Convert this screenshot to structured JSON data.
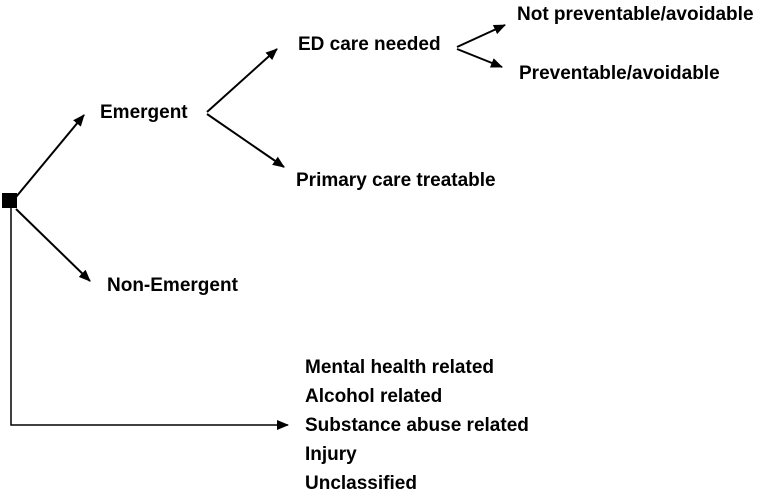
{
  "diagram": {
    "type": "tree",
    "colors": {
      "background": "#ffffff",
      "line": "#000000",
      "text": "#000000"
    },
    "nodes": {
      "root": "",
      "emergent": "Emergent",
      "non_emergent": "Non-Emergent",
      "ed_care_needed": "ED care needed",
      "primary_care_treatable": "Primary care treatable",
      "not_preventable": "Not preventable/avoidable",
      "preventable": "Preventable/avoidable",
      "other_categories": [
        "Mental health related",
        "Alcohol related",
        "Substance abuse related",
        "Injury",
        "Unclassified"
      ]
    },
    "edges": [
      {
        "from": "root",
        "to": "emergent"
      },
      {
        "from": "root",
        "to": "non_emergent"
      },
      {
        "from": "root",
        "to": "other_categories"
      },
      {
        "from": "emergent",
        "to": "ed_care_needed"
      },
      {
        "from": "emergent",
        "to": "primary_care_treatable"
      },
      {
        "from": "ed_care_needed",
        "to": "not_preventable"
      },
      {
        "from": "ed_care_needed",
        "to": "preventable"
      }
    ]
  }
}
